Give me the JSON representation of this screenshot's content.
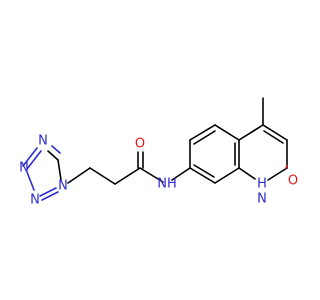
{
  "molecule": {
    "atoms": {
      "tz_n1": "N",
      "tz_n2": "N",
      "tz_n3": "N",
      "tz_n4": "N",
      "amide_o": "O",
      "amide_nh": "NH",
      "lactam_o": "O",
      "ring_nh": "H",
      "ring_n": "N"
    }
  },
  "colors": {
    "bond": "#000000",
    "nitrogen": "#2b2bcf",
    "oxygen": "#e01818"
  }
}
